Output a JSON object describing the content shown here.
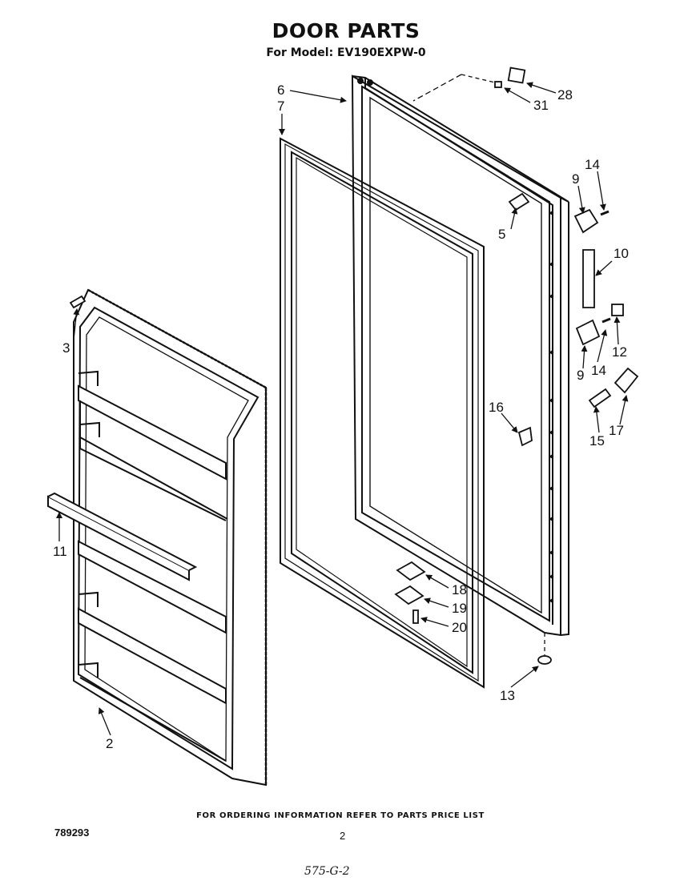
{
  "header": {
    "title": "DOOR PARTS",
    "subtitle": "For Model: EV190EXPW-0"
  },
  "callouts": [
    {
      "id": "c28",
      "label": "28"
    },
    {
      "id": "c31",
      "label": "31"
    },
    {
      "id": "c6",
      "label": "6"
    },
    {
      "id": "c7",
      "label": "7"
    },
    {
      "id": "c14a",
      "label": "14"
    },
    {
      "id": "c9a",
      "label": "9"
    },
    {
      "id": "c5",
      "label": "5"
    },
    {
      "id": "c10",
      "label": "10"
    },
    {
      "id": "c3",
      "label": "3"
    },
    {
      "id": "c12",
      "label": "12"
    },
    {
      "id": "c14b",
      "label": "14"
    },
    {
      "id": "c9b",
      "label": "9"
    },
    {
      "id": "c16",
      "label": "16"
    },
    {
      "id": "c17",
      "label": "17"
    },
    {
      "id": "c15",
      "label": "15"
    },
    {
      "id": "c11",
      "label": "11"
    },
    {
      "id": "c18",
      "label": "18"
    },
    {
      "id": "c19",
      "label": "19"
    },
    {
      "id": "c20",
      "label": "20"
    },
    {
      "id": "c13",
      "label": "13"
    },
    {
      "id": "c2",
      "label": "2"
    }
  ],
  "footer": {
    "note": "FOR ORDERING INFORMATION REFER TO PARTS PRICE LIST",
    "doc_number": "789293",
    "page_number": "2",
    "handwritten": "575-G-2"
  }
}
